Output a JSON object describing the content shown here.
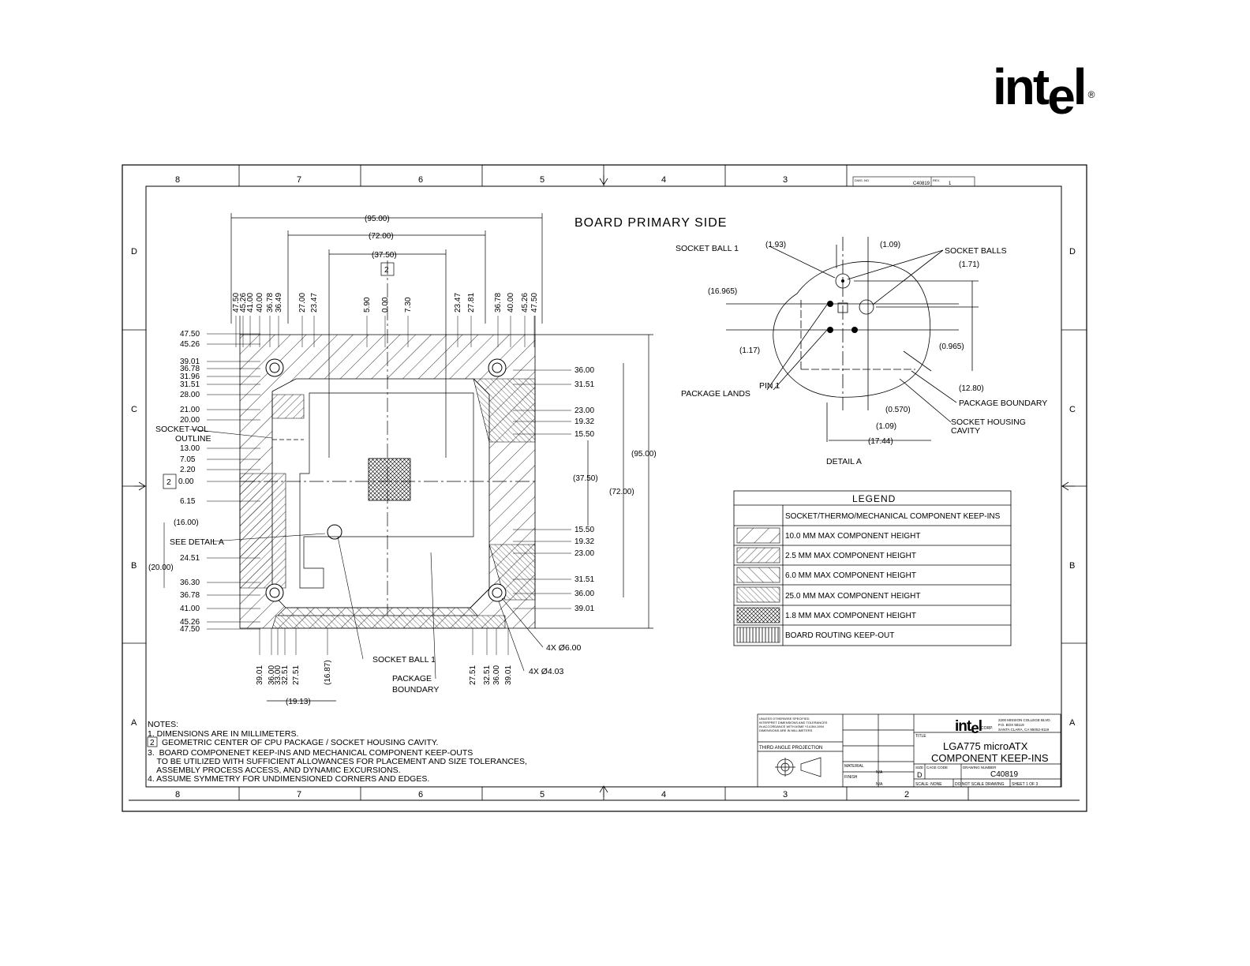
{
  "logo": {
    "text_a": "int",
    "text_b": "e",
    "text_c": "l",
    "reg": "®"
  },
  "zones": {
    "cols": [
      "8",
      "7",
      "6",
      "5",
      "4",
      "3",
      "2"
    ],
    "rows": [
      "D",
      "C",
      "B",
      "A"
    ]
  },
  "corner_box": {
    "dwg_label": "DWG. NO",
    "dwg_no": "C40819",
    "rev_label": "REV.",
    "rev": "1"
  },
  "view_title": "BOARD PRIMARY SIDE",
  "top_dims": {
    "d95": "(95.00)",
    "d72": "(72.00)",
    "d3750": "(37.50)",
    "flag": "2"
  },
  "vert_top_labels": [
    "47.50",
    "45.26",
    "41.00",
    "40.00",
    "36.78",
    "36.49",
    "27.00",
    "23.47",
    "5.90",
    "0.00",
    "7.30",
    "23.47",
    "27.81",
    "36.78",
    "40.00",
    "45.26",
    "47.50"
  ],
  "left_dims": [
    "47.50",
    "45.26",
    "39.01",
    "36.78",
    "31.96",
    "31.51",
    "28.00",
    "21.00",
    "20.00",
    "13.00",
    "7.05",
    "2.20",
    "0.00",
    "6.15",
    "(16.00)",
    "24.51",
    "36.30",
    "36.78",
    "41.00",
    "45.26",
    "47.50"
  ],
  "left_notes": {
    "socket_vol": "SOCKET VOL",
    "outline": "OUTLINE",
    "see_detail": "SEE DETAIL A",
    "d20": "(20.00)",
    "flag": "2"
  },
  "right_dims": [
    "36.00",
    "31.51",
    "23.00",
    "19.32",
    "15.50",
    "15.50",
    "19.32",
    "23.00",
    "31.51",
    "36.00",
    "39.01"
  ],
  "right_overall": {
    "d3750": "(37.50)",
    "d72": "(72.00)",
    "d95": "(95.00)"
  },
  "bottom_vert_labels": [
    "39.01",
    "36.00",
    "33.00",
    "32.51",
    "27.51",
    "(16.87)",
    "27.51",
    "32.51",
    "36.00",
    "39.01"
  ],
  "bottom_notes": {
    "d1913": "(19.13)",
    "socket_ball": "SOCKET BALL 1",
    "package": "PACKAGE",
    "boundary": "BOUNDARY",
    "hole6": "4X Ø6.00",
    "hole4": "4X Ø4.03"
  },
  "detail": {
    "socket_ball": "SOCKET BALL 1",
    "socket_balls": "SOCKET BALLS",
    "d193": "(1.93)",
    "d109a": "(1.09)",
    "d171": "(1.71)",
    "d16965": "(16.965)",
    "d117": "(1.17)",
    "d0965": "(0.965)",
    "d1280": "(12.80)",
    "pin1": "PIN 1",
    "package_lands": "PACKAGE LANDS",
    "package_boundary": "PACKAGE BOUNDARY",
    "housing1": "SOCKET HOUSING",
    "housing2": "CAVITY",
    "d0570": "(0.570)",
    "d109b": "(1.09)",
    "d1744": "(17.44)",
    "title": "DETAIL A"
  },
  "legend": {
    "title": "LEGEND",
    "rows": [
      "SOCKET/THERMO/MECHANICAL COMPONENT KEEP-INS",
      "10.0 MM MAX COMPONENT HEIGHT",
      "2.5 MM MAX COMPONENT HEIGHT",
      "6.0 MM MAX COMPONENT HEIGHT",
      "25.0 MM MAX COMPONENT HEIGHT",
      "1.8 MM MAX COMPONENT HEIGHT",
      "BOARD ROUTING KEEP-OUT"
    ]
  },
  "notes": {
    "title": "NOTES:",
    "lines": [
      "1.  DIMENSIONS ARE IN MILLIMETERS.",
      "GEOMETRIC CENTER OF CPU PACKAGE / SOCKET HOUSING CAVITY.",
      "3.  BOARD COMPONENET KEEP-INS AND MECHANICAL COMPONENT KEEP-OUTS",
      "    TO BE UTILIZED WITH SUFFICIENT ALLOWANCES FOR PLACEMENT AND SIZE TOLERANCES,",
      "    ASSEMBLY PROCESS ACCESS, AND DYNAMIC EXCURSIONS.",
      "4.  ASSUME SYMMETRY FOR UNDIMENSIONED CORNERS AND EDGES."
    ],
    "flag": "2"
  },
  "title_block": {
    "unless": [
      "UNLESS OTHERWISE SPECIFIED",
      "INTERPRET DIMENSIONS AND TOLERANCES",
      "IN ACCORDANCE WITH ASME Y14.5M-1994",
      "DIMENSIONS ARE IN MILLIMETERS"
    ],
    "projection": "THIRD ANGLE PROJECTION",
    "material": "MATERIAL",
    "material_val": "N/A",
    "finish": "FINISH",
    "finish_val": "N/A",
    "corp": "CORP.",
    "addr": [
      "2200 MISSION COLLEGE BLVD.",
      "P.O. BOX 58119",
      "SANTA CLARA, CA 95052-8119"
    ],
    "title_label": "TITLE",
    "title1": "LGA775 microATX",
    "title2": "COMPONENT KEEP-INS",
    "size_label": "SIZE",
    "cage_label": "CAGE CODE",
    "dnum_label": "DRAWING NUMBER",
    "size": "D",
    "dnum": "C40819",
    "scale": "SCALE: NONE",
    "donot": "DO NOT SCALE DRAWING",
    "sheet": "SHEET 1 OF 3"
  }
}
